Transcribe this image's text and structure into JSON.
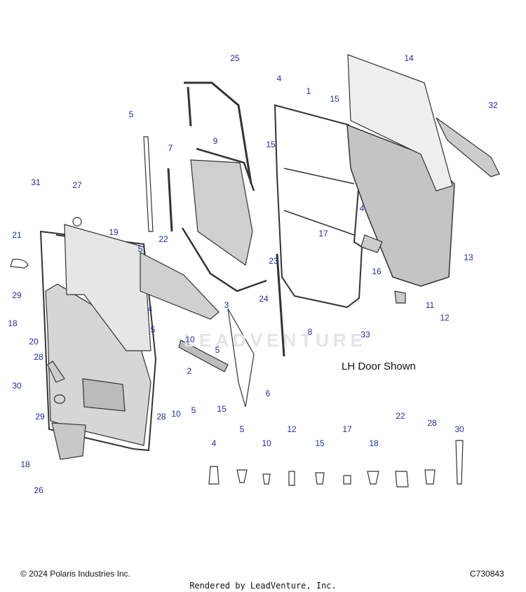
{
  "diagram": {
    "note": "LH Door Shown",
    "watermark": "LEADVENTURE",
    "copyright": "© 2024 Polaris Industries Inc.",
    "diagram_code": "C730843",
    "rendered_by": "Rendered by LeadVenture, Inc.",
    "callouts": [
      "25",
      "4",
      "1",
      "15",
      "14",
      "32",
      "5",
      "9",
      "7",
      "15",
      "31",
      "27",
      "19",
      "21",
      "22",
      "29",
      "5",
      "23",
      "17",
      "16",
      "13",
      "4",
      "18",
      "3",
      "24",
      "11",
      "33",
      "12",
      "20",
      "4",
      "5",
      "10",
      "8",
      "28",
      "2",
      "5",
      "30",
      "29",
      "28",
      "10",
      "5",
      "15",
      "6",
      "18",
      "26"
    ],
    "hardware_labels": [
      "4",
      "5",
      "10",
      "12",
      "15",
      "17",
      "18",
      "22",
      "28",
      "30"
    ],
    "colors": {
      "callout": "#1f2aa8",
      "outline": "#333333",
      "panel": "#bdbdbd",
      "glass": "#cfcfcf"
    }
  }
}
